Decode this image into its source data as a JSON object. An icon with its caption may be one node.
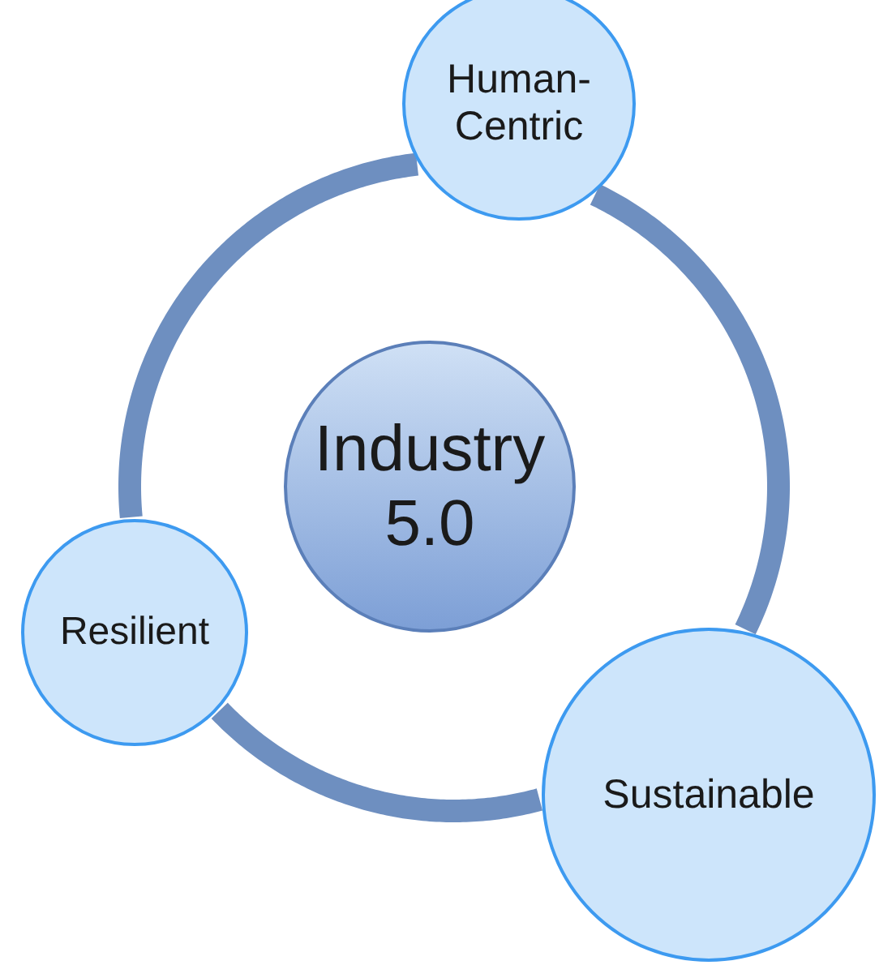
{
  "diagram": {
    "nodes": [
      {
        "text": [
          "Industry 5.0"
        ]
      },
      {
        "text": [
          "Human-Centric"
        ]
      },
      {
        "text": [
          "Resilient"
        ]
      },
      {
        "text": [
          "Sustainable"
        ]
      }
    ],
    "edges": [
      {
        "from": 1,
        "to": 3,
        "arrow": "none"
      },
      {
        "from": 3,
        "to": 2,
        "arrow": "none"
      },
      {
        "from": 2,
        "to": 1,
        "arrow": "none"
      }
    ]
  }
}
